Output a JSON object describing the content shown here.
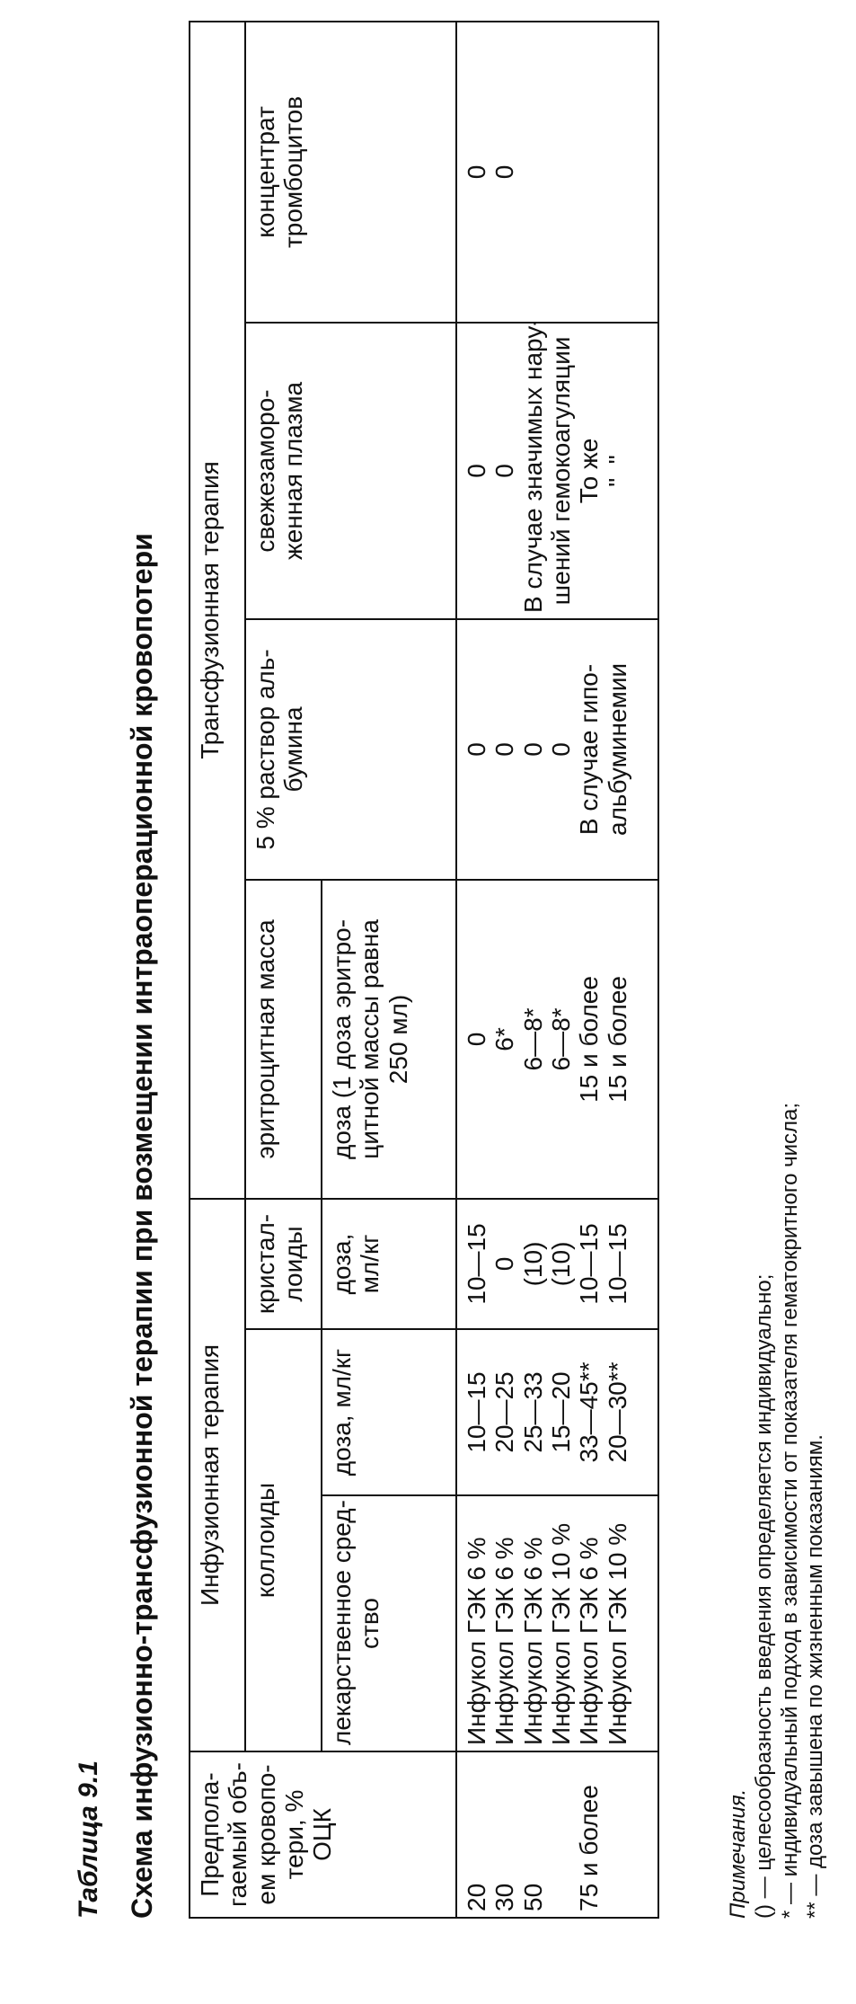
{
  "label": "Таблица 9.1",
  "title": "Схема инфузионно-трансфузионной терапии при возмещении интраоперационной кровопотери",
  "headers": {
    "volume": "Предпола-\nгаемый объ-\nем кровопо-\nтери, %\nОЦК",
    "infusion": "Инфузионная терапия",
    "transfusion": "Трансфузионная терапия",
    "colloids": "коллоиды",
    "crystalloids": "кристал-\nлоиды",
    "erythro": "эритроцитная масса",
    "albumin": "5 % раствор аль-\nбумина",
    "plasma": "свежезаморо-\nженная плазма",
    "platelets": "концентрат\nтромбоцитов",
    "drug": "лекарственное сред-\nство",
    "colloid_dose": "доза, мл/кг",
    "cryst_dose": "доза,\nмл/кг",
    "erythro_dose": "доза (1 доза эритро-\nцитной массы равна\n250 мл)"
  },
  "body": {
    "volume": "20\n30\n50\n\n75 и более",
    "drug": "Инфукол ГЭК 6 %\nИнфукол ГЭК 6 %\nИнфукол ГЭК 6 %\nИнфукол ГЭК 10 %\nИнфукол ГЭК 6 %\nИнфукол ГЭК 10 %",
    "colloid_dose": "10—15\n20—25\n25—33\n15—20\n33—45**\n20—30**",
    "cryst_dose": "10—15\n0\n(10)\n(10)\n10—15\n10—15",
    "erythro_dose": "0\n6*\n6—8*\n6—8*\n15 и более\n15 и более",
    "albumin": "0\n0\n0\n0\nВ случае гипо-\nальбуминемии",
    "plasma": "0\n0\nВ случае значимых нару-\nшений гемокоагуляции\nТо же\n\"  \"",
    "platelets": "0\n0"
  },
  "notes": {
    "title": "Примечания.",
    "lines": [
      "() — целесообразность введения определяется индивидуально;",
      "* — индивидуальный подход в зависимости от показателя гематокритного числа;",
      "** — доза завышена по жизненным показаниям."
    ]
  }
}
